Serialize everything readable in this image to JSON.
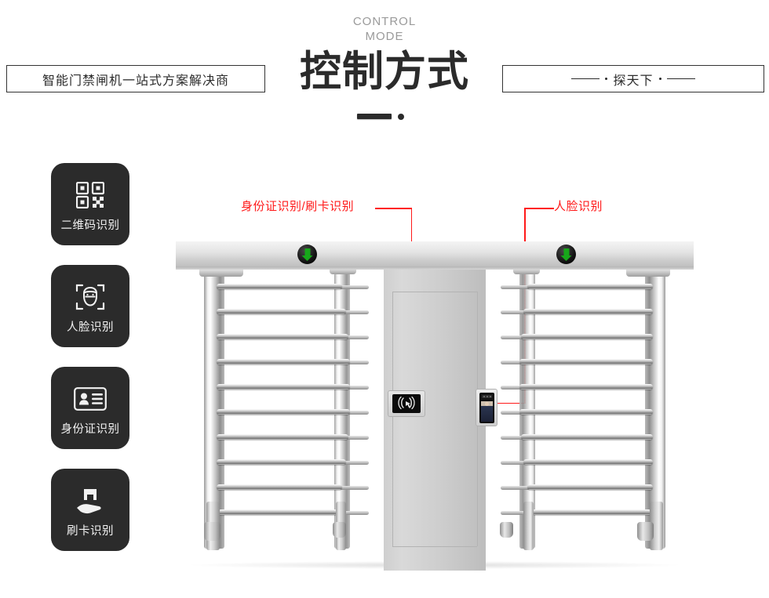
{
  "header": {
    "eyebrow_line1": "CONTROL",
    "eyebrow_line2": "MODE",
    "title": "控制方式",
    "left_box_text": "智能门禁闸机一站式方案解决商",
    "right_box_brand": "探天下"
  },
  "features": [
    {
      "label": "二维码识别",
      "icon": "qr-code-icon"
    },
    {
      "label": "人脸识别",
      "icon": "face-recognition-icon"
    },
    {
      "label": "身份证识别",
      "icon": "id-card-icon"
    },
    {
      "label": "刷卡识别",
      "icon": "swipe-card-icon"
    }
  ],
  "callouts": [
    {
      "label": "身份证识别/刷卡识别",
      "target": "card-reader-device"
    },
    {
      "label": "人脸识别",
      "target": "face-terminal-device"
    }
  ],
  "product": {
    "name": "full-height-turnstile",
    "indicator_left": "green-down-arrow",
    "indicator_right": "green-down-arrow",
    "reader_card_icon": "rfid-wave-icon",
    "reader_face_icon": "face-terminal-icon"
  },
  "colors": {
    "accent_red": "#ff1a1a",
    "card_dark": "#2b2b2b",
    "indicator_green": "#17a81a",
    "title_gray": "#9a9a9a",
    "background": "#ffffff"
  }
}
